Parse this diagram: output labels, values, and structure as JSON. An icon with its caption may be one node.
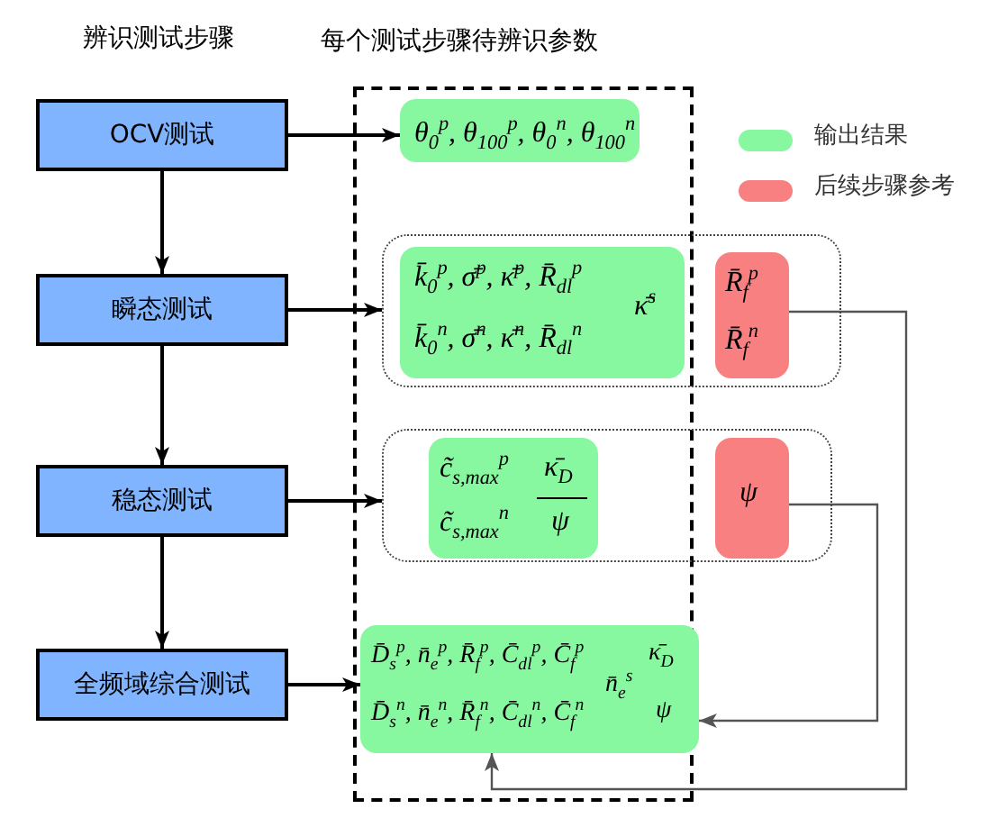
{
  "diagram": {
    "nodes": [
      {
        "text": [
          "OCV测试"
        ]
      },
      {
        "text": [
          "瞬态测试"
        ]
      },
      {
        "text": [
          "稳态测试"
        ]
      },
      {
        "text": [
          "全频域综合测试"
        ]
      },
      {
        "text": [
          "每个测试步骤待辨识参数"
        ]
      },
      {
        "text": [
          "θ$_{0}$$^{p}$, θ$_{100}$$^{p}$, θ$_{0}$$^{n}$, θ$_{100}$$^{n}$"
        ],
        "in": 4
      },
      {
        "text": [],
        "shape": "box"
      },
      {
        "text": [
          "k̄$_{0}$$^{p}$, σ̄$^{p}$, κ̄$^{p}$, R̄$_{dl}$$^{p}$",
          "k̄$_{0}$$^{n}$, σ̄$^{n}$, κ̄$^{n}$, R̄$_{dl}$$^{n}$",
          "κ̄$^{s}$"
        ]
      },
      {
        "text": [
          "R̄$_{f}$$^{p}$",
          "R̄$_{f}$$^{n}$"
        ],
        "in": 6
      },
      {
        "text": [],
        "shape": "box"
      },
      {
        "text": [
          "c̃$_{s,max}$$^{p}$",
          "c̃$_{s,max}$$^{n}$",
          "κ̄$_{D}$",
          "ψ"
        ]
      },
      {
        "text": [
          "ψ"
        ],
        "in": 9
      },
      {
        "text": [
          "D̄$_{s}$$^{p}$, n̄$_{e}$$^{p}$, R̄$_{f}$$^{p}$, C̄$_{dl}$$^{p}$, C̄$_{f}$$^{p}$",
          "D̄$_{s}$$^{n}$, n̄$_{e}$$^{n}$, R̄$_{f}$$^{n}$, C̄$_{dl}$$^{n}$, C̄$_{f}$$^{n}$",
          "n̄$_{e}$$^{s}$",
          "κ̄$_{D}$",
          "ψ"
        ],
        "in": 4
      }
    ],
    "edges": [
      {
        "from": 0,
        "to": 1,
        "arrow": "to"
      },
      {
        "from": 1,
        "to": 2,
        "arrow": "to"
      },
      {
        "from": 2,
        "to": 3,
        "arrow": "to"
      },
      {
        "from": 0,
        "to": 5,
        "arrow": "to"
      },
      {
        "from": 1,
        "to": 6,
        "arrow": "to"
      },
      {
        "from": 2,
        "to": 9,
        "arrow": "to"
      },
      {
        "from": 3,
        "to": 12,
        "arrow": "to"
      },
      {
        "from": 8,
        "to": 12,
        "arrow": "to",
        "color": "#555555"
      },
      {
        "from": 11,
        "to": 12,
        "arrow": "to",
        "color": "#555555"
      }
    ],
    "labels": [
      "辨识测试步骤"
    ],
    "legend": [
      {
        "text": "输出结果",
        "color": "#88f8a0"
      },
      {
        "text": "后续步骤参考",
        "color": "#f88080"
      }
    ]
  }
}
